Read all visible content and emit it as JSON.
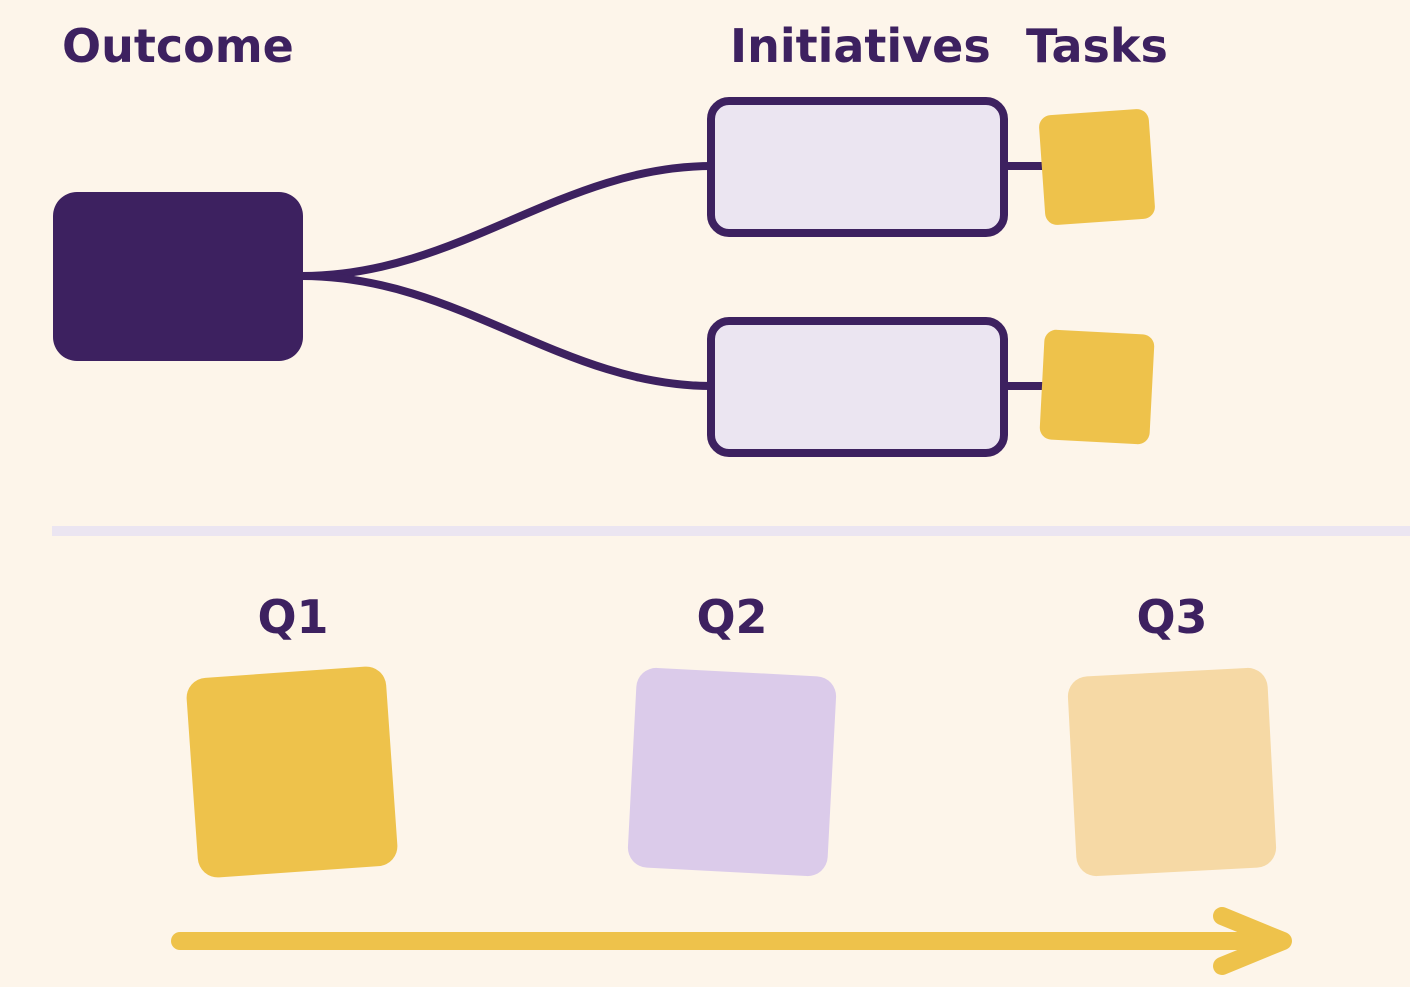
{
  "headers": {
    "outcome": "Outcome",
    "initiatives": "Initiatives",
    "tasks": "Tasks"
  },
  "quarters": [
    "Q1",
    "Q2",
    "Q3"
  ],
  "colors": {
    "background": "#fdf5ea",
    "ink": "#3d2160",
    "initiative_fill": "#ebe5f1",
    "yellow": "#eec24b",
    "lavender": "#dbcbea",
    "peach": "#f6d9a5",
    "divider": "#ebe5f1"
  }
}
